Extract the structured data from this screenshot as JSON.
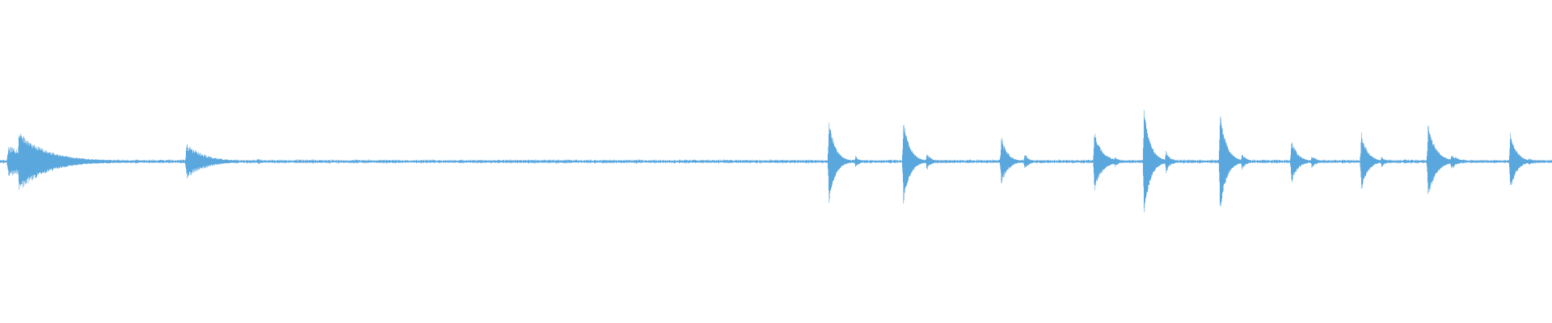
{
  "waveform": {
    "color": "#5aa7de",
    "background": "#ffffff",
    "transients": [
      {
        "at": 0.005,
        "peak": 0.1,
        "decay": 0.03,
        "density": 0.55
      },
      {
        "at": 0.012,
        "peak": 0.2,
        "decay": 0.018,
        "density": 0.7
      },
      {
        "at": 0.12,
        "peak": 0.12,
        "decay": 0.012,
        "density": 0.6
      },
      {
        "at": 0.166,
        "peak": 0.02,
        "decay": 0.004,
        "density": 0.5
      },
      {
        "at": 0.534,
        "peak": 0.28,
        "decay": 0.004,
        "density": 0.8
      },
      {
        "at": 0.551,
        "peak": 0.04,
        "decay": 0.003,
        "density": 0.6
      },
      {
        "at": 0.582,
        "peak": 0.28,
        "decay": 0.004,
        "density": 0.8
      },
      {
        "at": 0.597,
        "peak": 0.06,
        "decay": 0.003,
        "density": 0.6
      },
      {
        "at": 0.645,
        "peak": 0.17,
        "decay": 0.004,
        "density": 0.7
      },
      {
        "at": 0.66,
        "peak": 0.06,
        "decay": 0.003,
        "density": 0.55
      },
      {
        "at": 0.705,
        "peak": 0.2,
        "decay": 0.005,
        "density": 0.75
      },
      {
        "at": 0.718,
        "peak": 0.04,
        "decay": 0.003,
        "density": 0.5
      },
      {
        "at": 0.737,
        "peak": 0.36,
        "decay": 0.004,
        "density": 0.8
      },
      {
        "at": 0.751,
        "peak": 0.08,
        "decay": 0.003,
        "density": 0.55
      },
      {
        "at": 0.786,
        "peak": 0.34,
        "decay": 0.004,
        "density": 0.8
      },
      {
        "at": 0.8,
        "peak": 0.06,
        "decay": 0.003,
        "density": 0.55
      },
      {
        "at": 0.832,
        "peak": 0.15,
        "decay": 0.004,
        "density": 0.7
      },
      {
        "at": 0.845,
        "peak": 0.05,
        "decay": 0.003,
        "density": 0.5
      },
      {
        "at": 0.877,
        "peak": 0.2,
        "decay": 0.004,
        "density": 0.75
      },
      {
        "at": 0.89,
        "peak": 0.04,
        "decay": 0.003,
        "density": 0.5
      },
      {
        "at": 0.92,
        "peak": 0.25,
        "decay": 0.005,
        "density": 0.8
      },
      {
        "at": 0.935,
        "peak": 0.06,
        "decay": 0.004,
        "density": 0.55
      },
      {
        "at": 0.973,
        "peak": 0.2,
        "decay": 0.004,
        "density": 0.75
      },
      {
        "at": 0.985,
        "peak": 0.03,
        "decay": 0.003,
        "density": 0.5
      }
    ],
    "noise_floor": 0.012
  }
}
